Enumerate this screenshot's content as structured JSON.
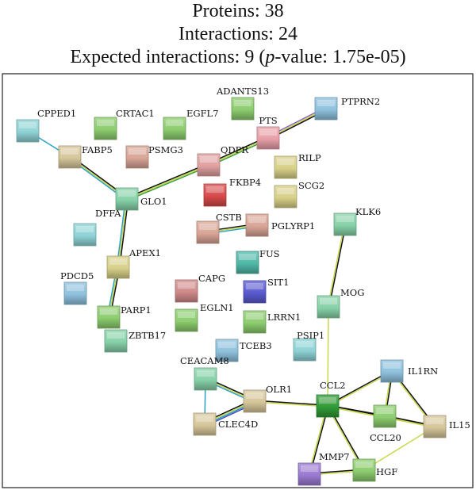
{
  "header": {
    "proteins_label": "Proteins: 38",
    "interactions_label": "Interactions: 24",
    "expected_prefix": "Expected interactions: 9 (",
    "pvalue_italic": "p",
    "expected_suffix": "-value: 1.75e-05)"
  },
  "network": {
    "nodes": [
      {
        "id": "CPPED1",
        "label": "CPPED1",
        "color": "#8fd3d6"
      },
      {
        "id": "CRTAC1",
        "label": "CRTAC1",
        "color": "#8ccc6e"
      },
      {
        "id": "EGFL7",
        "label": "EGFL7",
        "color": "#8ccc6e"
      },
      {
        "id": "ADANTS13",
        "label": "ADANTS13",
        "color": "#8ccc6e"
      },
      {
        "id": "PTPRN2",
        "label": "PTPRN2",
        "color": "#8ec1dd"
      },
      {
        "id": "PTS",
        "label": "PTS",
        "color": "#e8a0a8"
      },
      {
        "id": "FABP5",
        "label": "FABP5",
        "color": "#d6c69a"
      },
      {
        "id": "PSMG3",
        "label": "PSMG3",
        "color": "#d9a596"
      },
      {
        "id": "QDPR",
        "label": "QDPR",
        "color": "#e0a0a0"
      },
      {
        "id": "RILP",
        "label": "RILP",
        "color": "#d8d088"
      },
      {
        "id": "FKBP4",
        "label": "FKBP4",
        "color": "#d84a4a"
      },
      {
        "id": "SCG2",
        "label": "SCG2",
        "color": "#d8d088"
      },
      {
        "id": "GLO1",
        "label": "GLO1",
        "color": "#86d2a8"
      },
      {
        "id": "DFFA",
        "label": "DFFA",
        "color": "#8fd3d6"
      },
      {
        "id": "CSTB",
        "label": "CSTB",
        "color": "#d9a596"
      },
      {
        "id": "PGLYRP1",
        "label": "PGLYRP1",
        "color": "#d9a596"
      },
      {
        "id": "KLK6",
        "label": "KLK6",
        "color": "#86d2a8"
      },
      {
        "id": "APEX1",
        "label": "APEX1",
        "color": "#d8d088"
      },
      {
        "id": "FUS",
        "label": "FUS",
        "color": "#4fb8a8"
      },
      {
        "id": "PDCD5",
        "label": "PDCD5",
        "color": "#8ec1dd"
      },
      {
        "id": "CAPG",
        "label": "CAPG",
        "color": "#d08a8a"
      },
      {
        "id": "SIT1",
        "label": "SIT1",
        "color": "#5a5ad0"
      },
      {
        "id": "MOG",
        "label": "MOG",
        "color": "#86d2a8"
      },
      {
        "id": "PARP1",
        "label": "PARP1",
        "color": "#8ccc6e"
      },
      {
        "id": "EGLN1",
        "label": "EGLN1",
        "color": "#8ccc6e"
      },
      {
        "id": "LRRN1",
        "label": "LRRN1",
        "color": "#8ccc6e"
      },
      {
        "id": "ZBTB17",
        "label": "ZBTB17",
        "color": "#86d2a8"
      },
      {
        "id": "PSIP1",
        "label": "PSIP1",
        "color": "#8fd3d6"
      },
      {
        "id": "TCEB3",
        "label": "TCEB3",
        "color": "#8ec1dd"
      },
      {
        "id": "CEACAM8",
        "label": "CEACAM8",
        "color": "#86d2a8"
      },
      {
        "id": "OLR1",
        "label": "OLR1",
        "color": "#d6c69a"
      },
      {
        "id": "CCL2",
        "label": "CCL2",
        "color": "#2f9a35"
      },
      {
        "id": "IL1RN",
        "label": "IL1RN",
        "color": "#8ec1dd"
      },
      {
        "id": "CCL20",
        "label": "CCL20",
        "color": "#8ccc6e"
      },
      {
        "id": "IL15",
        "label": "IL15",
        "color": "#d6c69a"
      },
      {
        "id": "CLEC4D",
        "label": "CLEC4D",
        "color": "#d6c69a"
      },
      {
        "id": "MMP7",
        "label": "MMP7",
        "color": "#9a7ad0"
      },
      {
        "id": "HGF",
        "label": "HGF",
        "color": "#8ccc6e"
      }
    ],
    "edges": [
      {
        "source": "CPPED1",
        "target": "FABP5",
        "colors": [
          "#2aa0c8"
        ]
      },
      {
        "source": "FABP5",
        "target": "GLO1",
        "colors": [
          "#111111",
          "#c8d84a",
          "#2aa0c8"
        ]
      },
      {
        "source": "GLO1",
        "target": "QDPR",
        "colors": [
          "#111111",
          "#c8d84a",
          "#3aa03a"
        ]
      },
      {
        "source": "QDPR",
        "target": "PTS",
        "colors": [
          "#111111",
          "#c8d84a",
          "#3aa03a"
        ]
      },
      {
        "source": "PTS",
        "target": "PTPRN2",
        "colors": [
          "#9060c0",
          "#c8d84a",
          "#111111"
        ]
      },
      {
        "source": "GLO1",
        "target": "APEX1",
        "colors": [
          "#111111",
          "#c8d84a",
          "#2aa0c8"
        ]
      },
      {
        "source": "APEX1",
        "target": "PARP1",
        "colors": [
          "#111111",
          "#c8d84a",
          "#2aa0c8"
        ]
      },
      {
        "source": "CSTB",
        "target": "PGLYRP1",
        "colors": [
          "#111111",
          "#c8d84a",
          "#2aa0c8"
        ]
      },
      {
        "source": "KLK6",
        "target": "MOG",
        "colors": [
          "#111111",
          "#c8d84a"
        ]
      },
      {
        "source": "MOG",
        "target": "CCL2",
        "colors": [
          "#c8d84a"
        ]
      },
      {
        "source": "CEACAM8",
        "target": "CLEC4D",
        "colors": [
          "#2aa0c8"
        ]
      },
      {
        "source": "CEACAM8",
        "target": "OLR1",
        "colors": [
          "#111111",
          "#c8d84a",
          "#2aa0c8"
        ]
      },
      {
        "source": "CLEC4D",
        "target": "OLR1",
        "colors": [
          "#111111",
          "#c8d84a",
          "#2aa0c8",
          "#4a4ac0"
        ]
      },
      {
        "source": "OLR1",
        "target": "CCL2",
        "colors": [
          "#111111",
          "#c8d84a"
        ]
      },
      {
        "source": "CCL2",
        "target": "IL1RN",
        "colors": [
          "#111111",
          "#c8d84a"
        ]
      },
      {
        "source": "CCL2",
        "target": "CCL20",
        "colors": [
          "#111111",
          "#c8d84a"
        ]
      },
      {
        "source": "CCL2",
        "target": "IL15",
        "colors": [
          "#111111",
          "#c8d84a"
        ]
      },
      {
        "source": "CCL2",
        "target": "MMP7",
        "colors": [
          "#111111",
          "#c8d84a"
        ]
      },
      {
        "source": "CCL2",
        "target": "HGF",
        "colors": [
          "#111111",
          "#c8d84a"
        ]
      },
      {
        "source": "IL1RN",
        "target": "CCL20",
        "colors": [
          "#111111",
          "#c8d84a"
        ]
      },
      {
        "source": "IL1RN",
        "target": "IL15",
        "colors": [
          "#111111",
          "#c8d84a"
        ]
      },
      {
        "source": "CCL20",
        "target": "IL15",
        "colors": [
          "#111111",
          "#c8d84a"
        ]
      },
      {
        "source": "IL15",
        "target": "HGF",
        "colors": [
          "#c8d84a"
        ]
      },
      {
        "source": "MMP7",
        "target": "HGF",
        "colors": [
          "#111111",
          "#c8d84a"
        ]
      }
    ]
  }
}
